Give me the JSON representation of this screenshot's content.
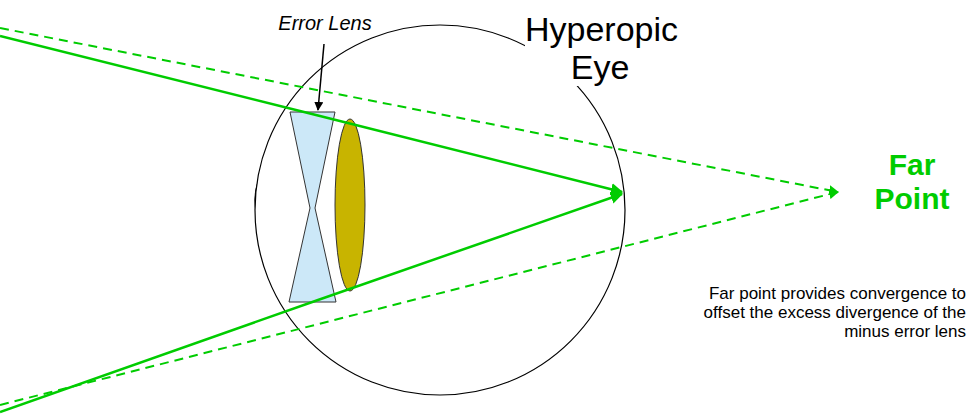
{
  "diagram": {
    "labels": [
      "Error Lens",
      "Hyperopic Eye",
      "Far Point",
      "Far point provides convergence to offset the excess divergence of the minus error lens"
    ]
  }
}
